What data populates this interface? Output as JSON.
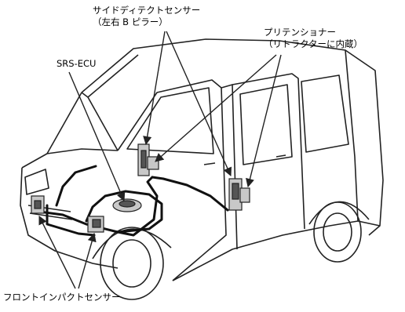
{
  "labels": {
    "side_detect_sensor": {
      "line1": "サイドディテクトセンサー",
      "line2": "（左右 B ピラー）"
    },
    "pretensioner": {
      "line1": "プリテンショナー",
      "line2": "（リトラクターに内蔵）"
    },
    "srs_ecu": "SRS-ECU",
    "front_impact_sensor": "フロントインパクトセンサー"
  },
  "colors": {
    "line": "#222222",
    "body_fill": "#ffffff",
    "part_fill": "#c8c8c8",
    "part_dark": "#555555"
  }
}
